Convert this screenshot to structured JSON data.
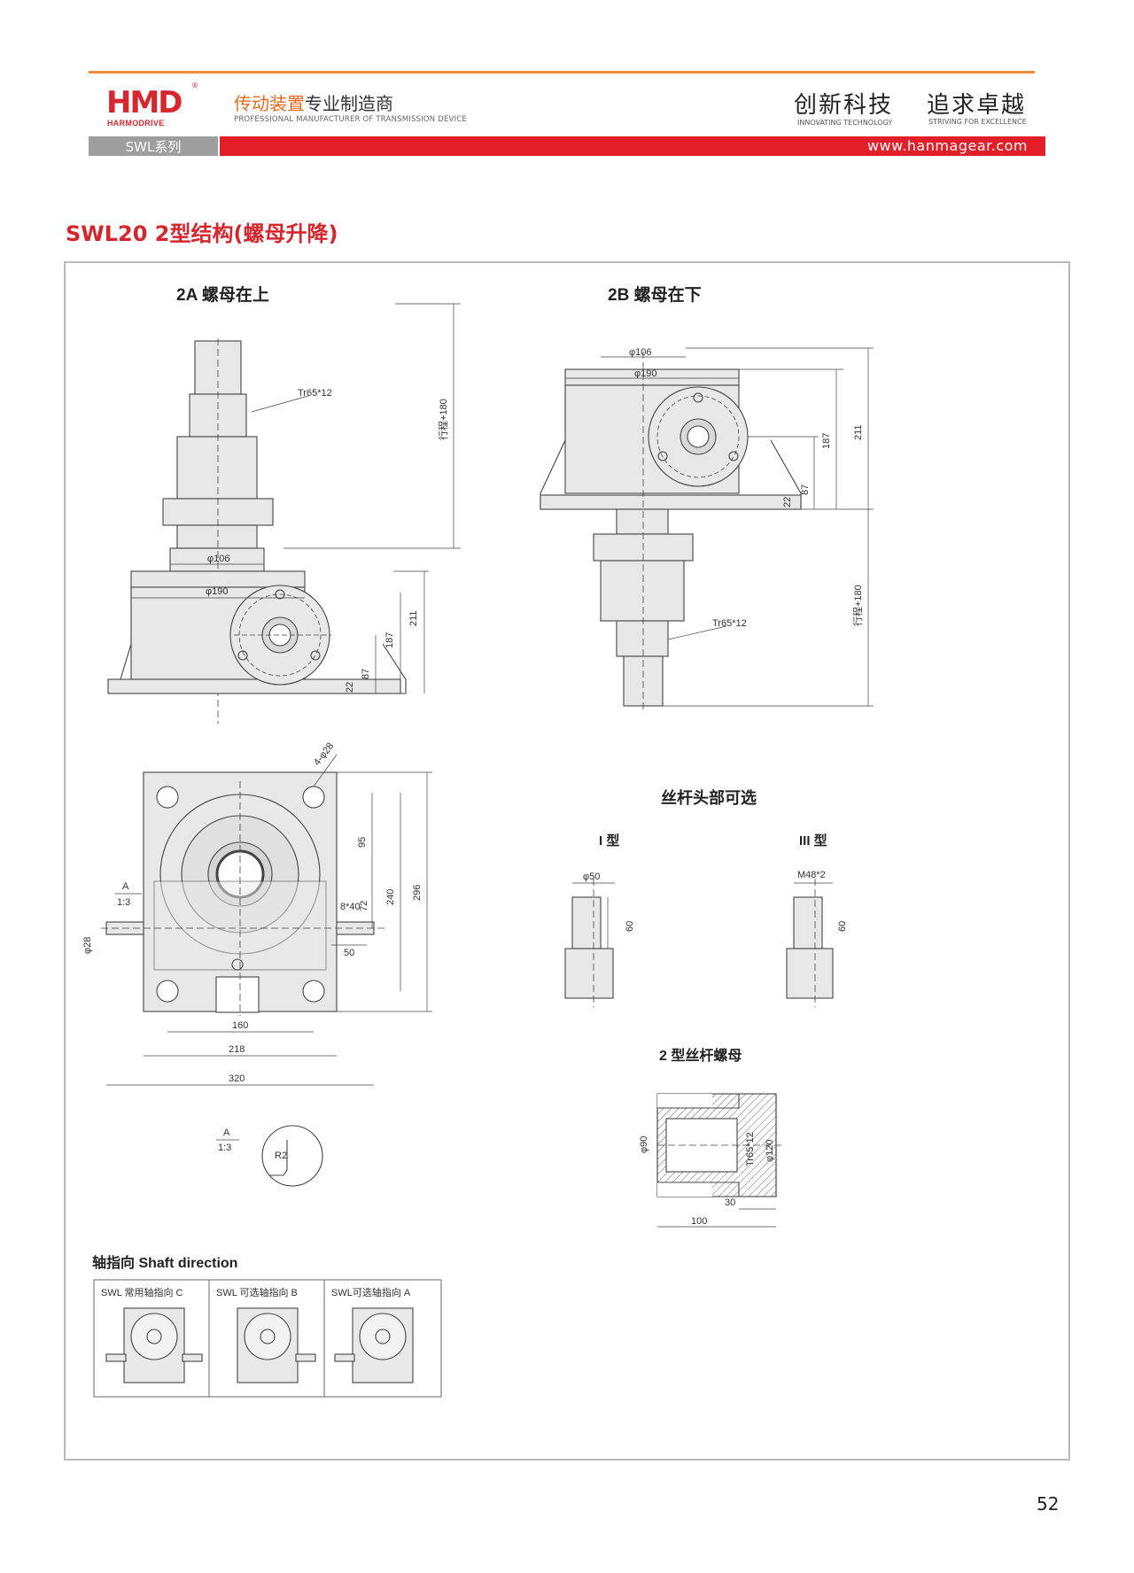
{
  "header": {
    "logo_text": "HMD",
    "logo_sub": "HARMODRIVE",
    "logo_reg": "®",
    "tagline_cn_part1": "传动装置",
    "tagline_cn_part2": "专业制造商",
    "tagline_en": "PROFESSIONAL MANUFACTURER OF TRANSMISSION DEVICE",
    "slogan1_cn": "创新科技",
    "slogan1_en": "INNOVATING TECHNOLOGY",
    "slogan2_cn": "追求卓越",
    "slogan2_en": "STRIVING FOR EXCELLENCE",
    "series": "SWL系列",
    "url": "www.hanmagear.com",
    "colors": {
      "red": "#e21f26",
      "orange": "#f08a3c",
      "gray": "#9e9e9e"
    }
  },
  "page_title": "SWL20  2型结构(螺母升降)",
  "drawing": {
    "view_2a_title": "2A 螺母在上",
    "view_2b_title": "2B 螺母在下",
    "thread_label": "Tr65*12",
    "stroke_label": "行程+180",
    "dim_106": "φ106",
    "dim_190": "φ190",
    "dim_187": "187",
    "dim_211": "211",
    "dim_87": "87",
    "dim_22": "22",
    "hole_label": "4-φ28",
    "section_a": "A",
    "section_scale": "1:3",
    "shaft_dia": "φ28",
    "key_label": "8*40",
    "dim_95": "95",
    "dim_240": "240",
    "dim_296": "296",
    "dim_72": "72",
    "dim_50": "50",
    "dim_160": "160",
    "dim_218": "218",
    "dim_320": "320",
    "radius_label": "R2",
    "screw_head_title": "丝杆头部可选",
    "type_i": "I 型",
    "type_iii": "III 型",
    "dim_50dia": "φ50",
    "dim_60": "60",
    "m48_label": "M48*2",
    "nut_title": "2 型丝杆螺母",
    "dim_90dia": "φ90",
    "dim_120dia": "φ120",
    "dim_30": "30",
    "dim_100": "100",
    "shaft_dir_title": "轴指向  Shaft direction",
    "shaft_dir_options": [
      "SWL 常用轴指向 C",
      "SWL 可选轴指向 B",
      "SWL可选轴指向 A"
    ]
  },
  "page_number": "52"
}
